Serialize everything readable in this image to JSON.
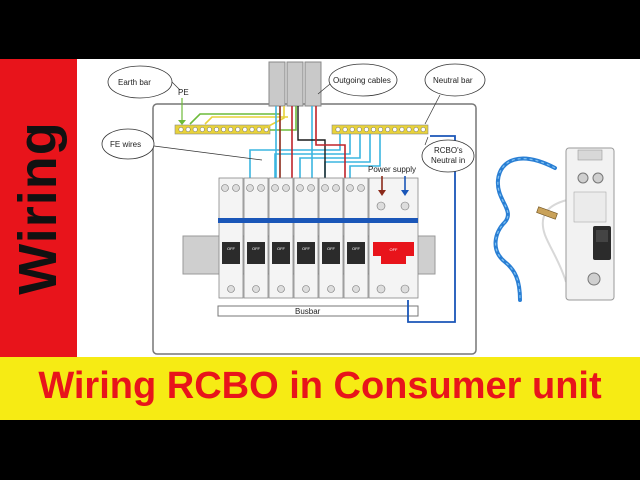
{
  "side_label": "Wiring",
  "title": "Wiring RCBO in Consumer unit",
  "labels": {
    "earth_bar": "Earth bar",
    "pe": "PE",
    "outgoing_cables": "Outgoing cables",
    "neutral_bar": "Neutral bar",
    "fe_wires": "FE wires",
    "rcbo_neutral_line1": "RCBO's",
    "rcbo_neutral_line2": "Neutral in",
    "power_supply": "Power supply",
    "busbar": "Busbar"
  },
  "breaker_switch_text": "OFF",
  "colors": {
    "red_band": "#e8141b",
    "yellow_band": "#f6eb14",
    "title_red": "#e8141b",
    "bus_blue": "#1a56b8",
    "cyan_wire": "#3bb6e0",
    "brown_wire": "#8b2a1a",
    "earth_green": "#6dbb3a",
    "earth_yellow": "#e8d23a",
    "cable_grey": "#c9c9c9"
  }
}
